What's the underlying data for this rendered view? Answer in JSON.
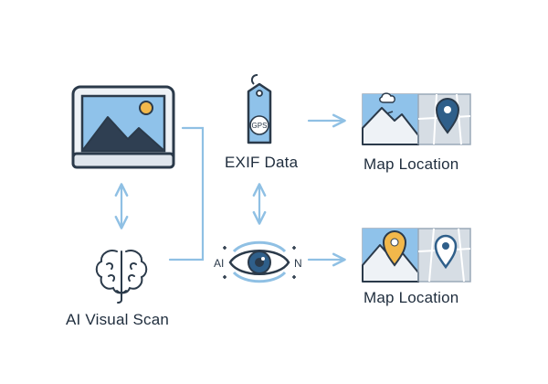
{
  "labels": {
    "exif": "EXIF Data",
    "map_top": "Map Location",
    "map_bottom": "Map Location",
    "ai_scan": "AI Visual Scan"
  },
  "tag_text": "GPS",
  "eye_text": {
    "left": "AI",
    "right": "N"
  },
  "icons": {
    "photo": "image-frame-icon",
    "tag": "gps-tag-icon",
    "map_top": "map-with-pin-icon",
    "map_bottom": "map-with-pins-icon",
    "brain": "brain-icon",
    "eye": "eye-scan-icon",
    "arrows": [
      "arrow-right-icon",
      "arrow-right-icon",
      "double-arrow-vertical-icon",
      "double-arrow-vertical-icon"
    ]
  },
  "colors": {
    "outline": "#2b3a4a",
    "sky": "#8fc2ea",
    "connector": "#8fc0e4",
    "mountain": "#2f3f52",
    "sun": "#f2b84b",
    "map_grey": "#d6dde4",
    "pin_blue": "#2f5f8a",
    "pin_orange": "#f2b84b",
    "text": "#1f2d3d"
  }
}
